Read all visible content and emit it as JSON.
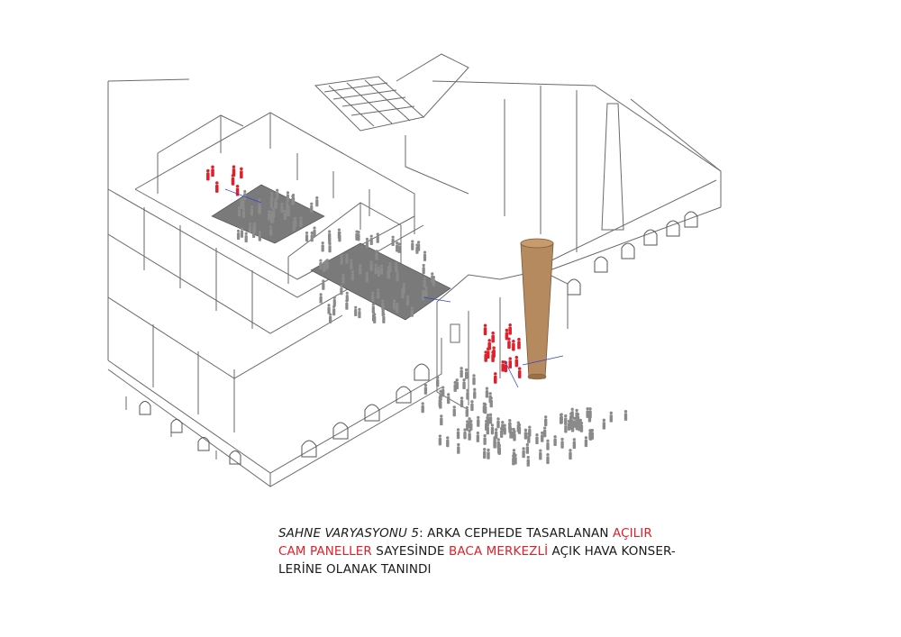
{
  "caption": {
    "line1_italic": "SAHNE VARYASYONU 5",
    "line1_colon": ": ARKA CEPHEDE TASARLANAN ",
    "line1_red": "AÇILIR",
    "line2_red_a": "CAM PANELLER",
    "line2_mid": " SAYESİNDE ",
    "line2_red_b": "BACA MERKEZLİ",
    "line2_end": " AÇIK HAVA KONSER-",
    "line3": "LERİNE OLANAK TANINDI"
  },
  "colors": {
    "line": "#6a6a6a",
    "crowd": "#8a8a8a",
    "performers": "#e0202a",
    "chimney": "#b58a5e",
    "stage": "#6e6e6e",
    "sightline": "#3344cc",
    "text": "#1a1a1a"
  }
}
